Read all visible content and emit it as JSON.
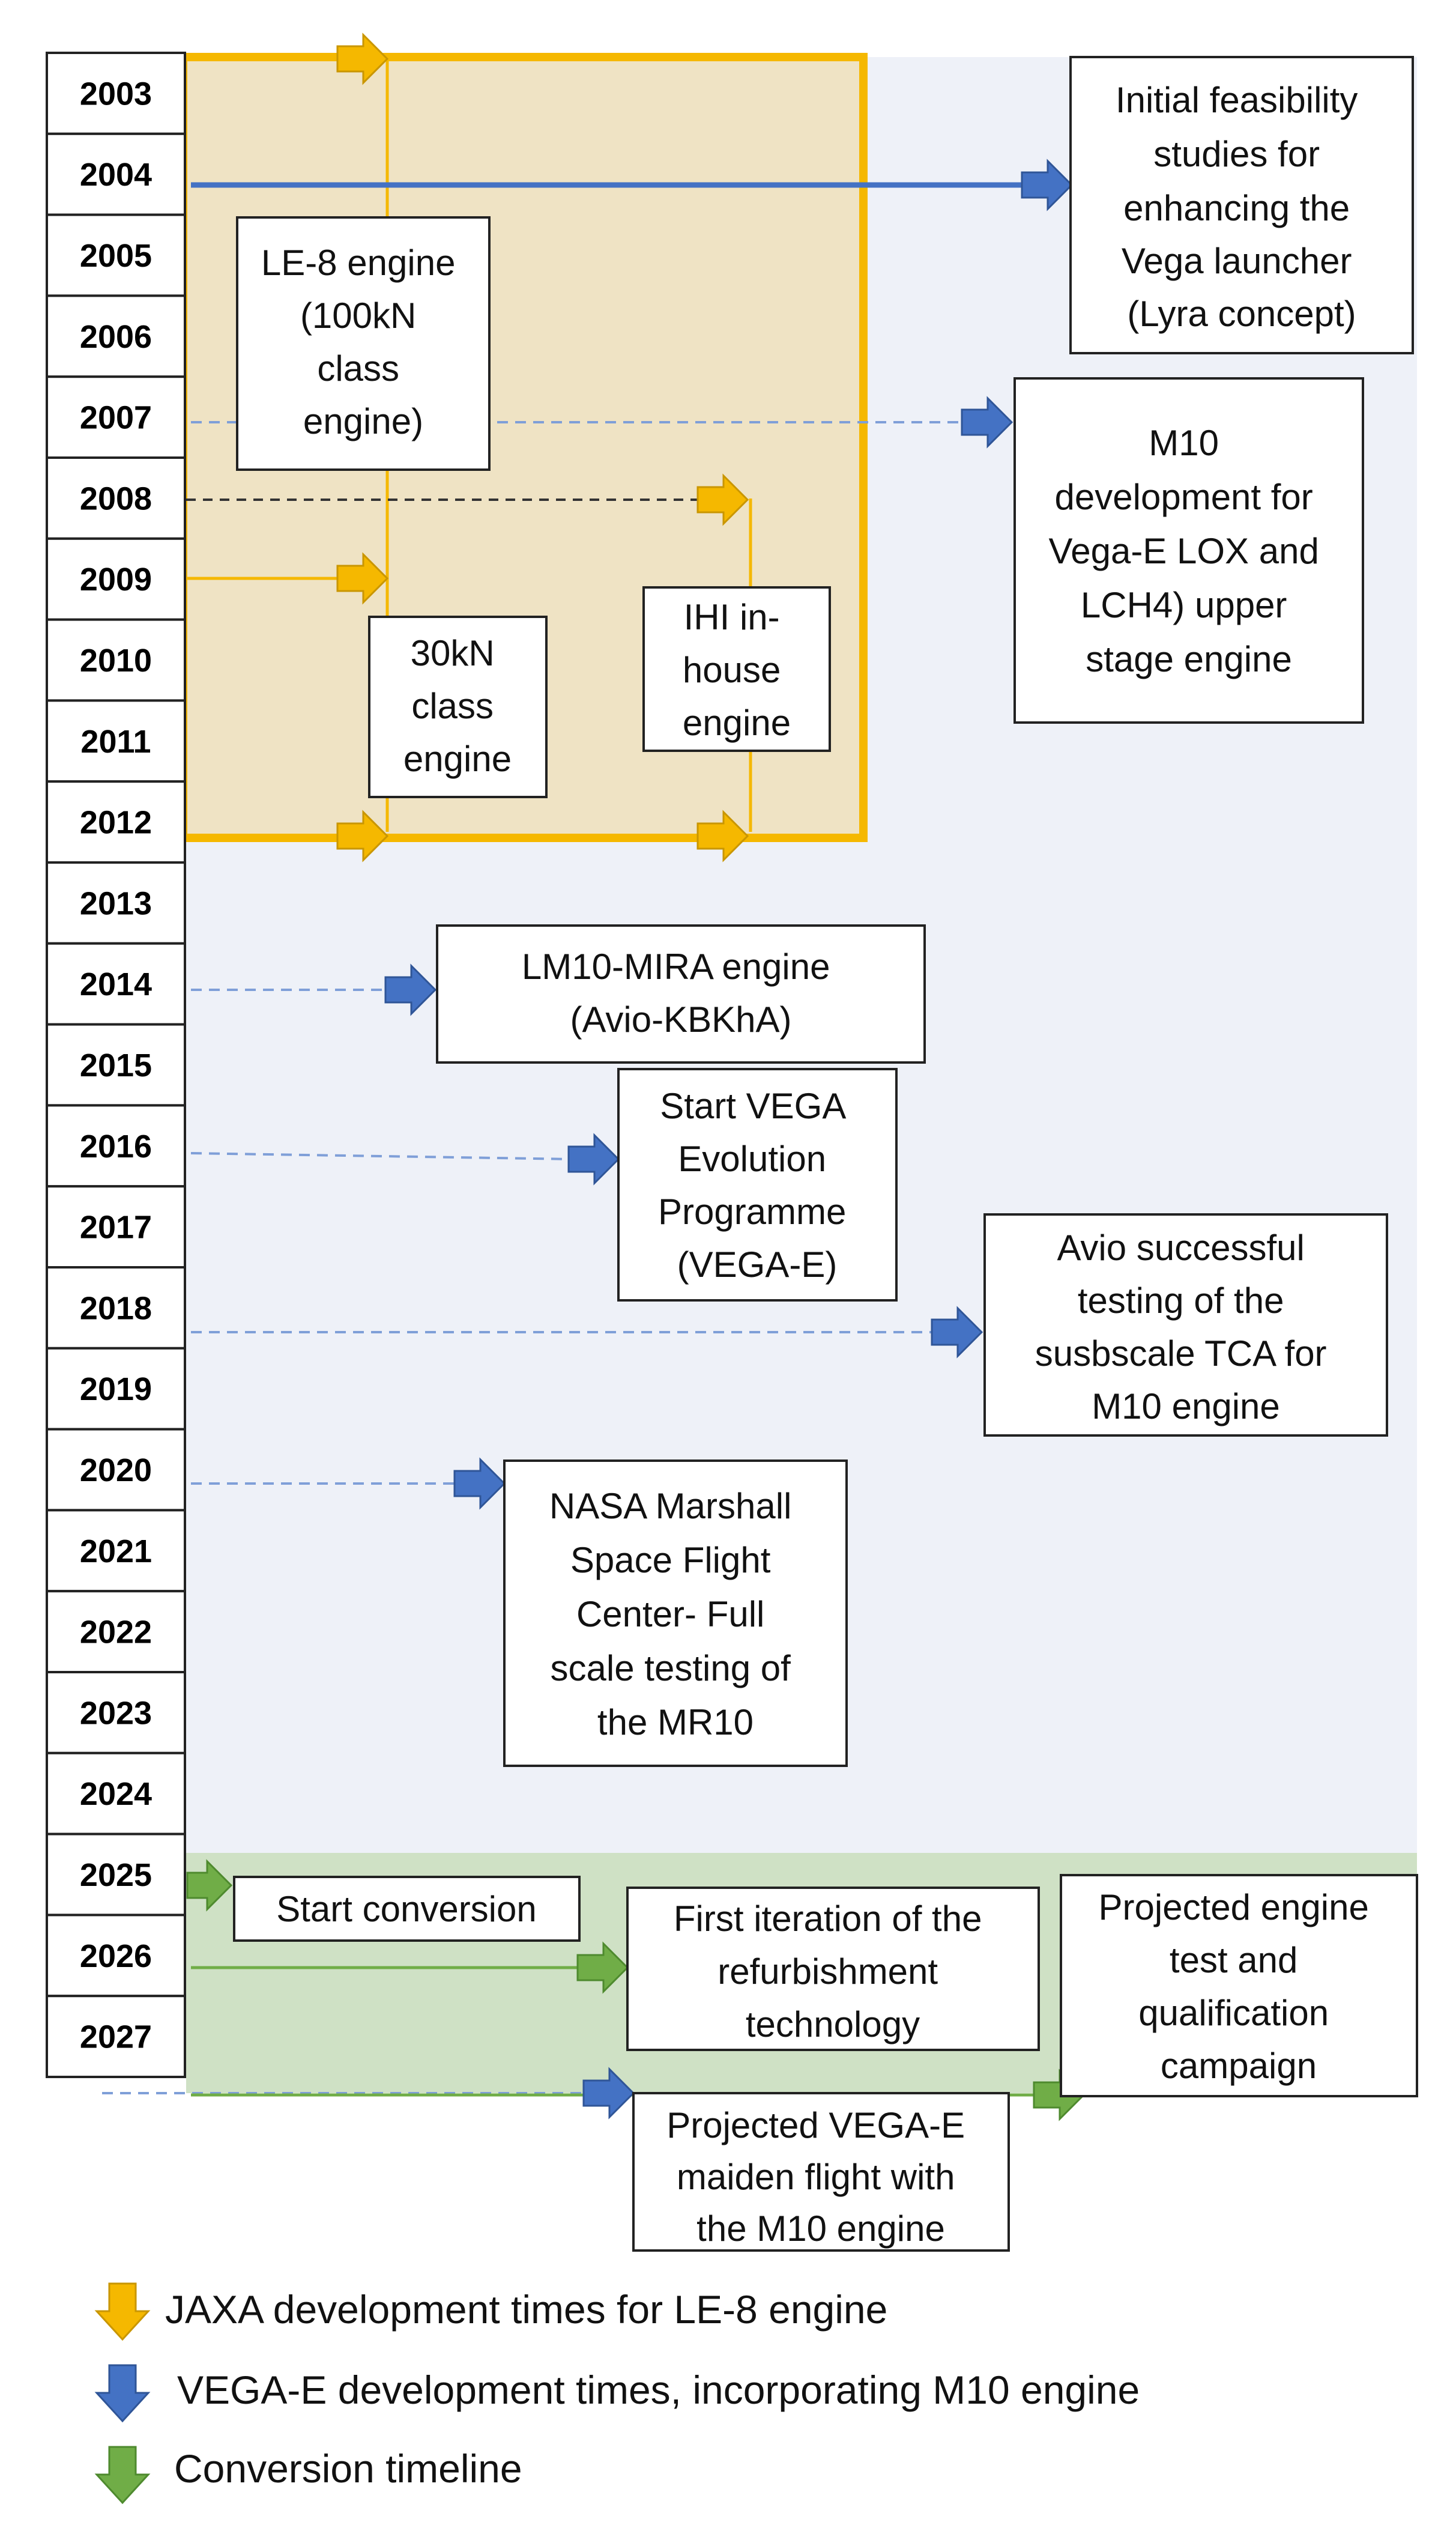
{
  "years": [
    "2003",
    "2004",
    "2005",
    "2006",
    "2007",
    "2008",
    "2009",
    "2010",
    "2011",
    "2012",
    "2013",
    "2014",
    "2015",
    "2016",
    "2017",
    "2018",
    "2019",
    "2020",
    "2021",
    "2022",
    "2023",
    "2024",
    "2025",
    "2026",
    "2027"
  ],
  "colors": {
    "jaxa": "#F5B800",
    "jaxa_region": "#EFE3C4",
    "vega": "#4472C4",
    "vega_region": "#EEF1F8",
    "conversion": "#70AD47",
    "conversion_region": "#CFE1C5",
    "box_border": "#222222"
  },
  "boxes": {
    "lyra": [
      "Initial feasibility",
      "studies for",
      "enhancing the",
      "Vega launcher",
      "(Lyra concept)"
    ],
    "le8": [
      "LE-8 engine",
      "(100kN",
      "class",
      "engine)"
    ],
    "m10_dev": [
      "M10",
      "development for",
      "Vega-E LOX and",
      "LCH4) upper",
      "stage engine"
    ],
    "ihi": [
      "IHI in-",
      "house",
      "engine"
    ],
    "engine30kn": [
      "30kN",
      "class",
      "engine"
    ],
    "lm10": [
      "LM10-MIRA engine",
      "(Avio-KBKhA)"
    ],
    "vega_e_start": [
      "Start VEGA",
      "Evolution",
      "Programme",
      "(VEGA-E)"
    ],
    "avio_tca": [
      "Avio successful",
      "testing of the",
      "susbscale TCA for",
      "M10 engine"
    ],
    "nasa": [
      "NASA Marshall",
      "Space Flight",
      "Center- Full",
      "scale testing of",
      "the MR10"
    ],
    "start_conversion": [
      "Start conversion"
    ],
    "refurbishment": [
      "First iteration of the",
      "refurbishment",
      "technology"
    ],
    "qualification": [
      "Projected engine",
      "test and",
      "qualification",
      "campaign"
    ],
    "maiden_flight": [
      "Projected VEGA-E",
      "maiden flight with",
      "the M10 engine"
    ]
  },
  "legend": {
    "jaxa": "JAXA development times for LE-8 engine",
    "vega": "VEGA-E development times, incorporating M10 engine",
    "conversion": "Conversion timeline"
  }
}
